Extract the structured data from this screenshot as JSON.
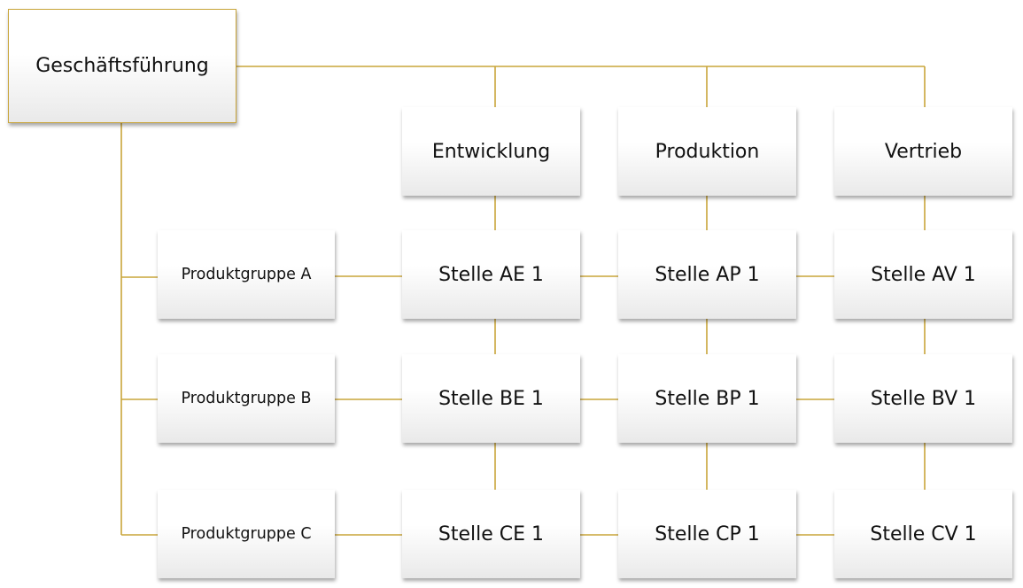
{
  "root": {
    "label": "Geschäftsführung"
  },
  "functions": [
    {
      "label": "Entwicklung"
    },
    {
      "label": "Produktion"
    },
    {
      "label": "Vertrieb"
    }
  ],
  "product_groups": [
    {
      "label": "Produktgruppe A"
    },
    {
      "label": "Produktgruppe B"
    },
    {
      "label": "Produktgruppe C"
    }
  ],
  "positions": [
    [
      "Stelle AE 1",
      "Stelle AP 1",
      "Stelle AV 1"
    ],
    [
      "Stelle BE 1",
      "Stelle BP 1",
      "Stelle BV 1"
    ],
    [
      "Stelle CE 1",
      "Stelle CP 1",
      "Stelle CV 1"
    ]
  ],
  "colors": {
    "connector": "#c9a53a",
    "box_border_root": "#c9a53a"
  }
}
